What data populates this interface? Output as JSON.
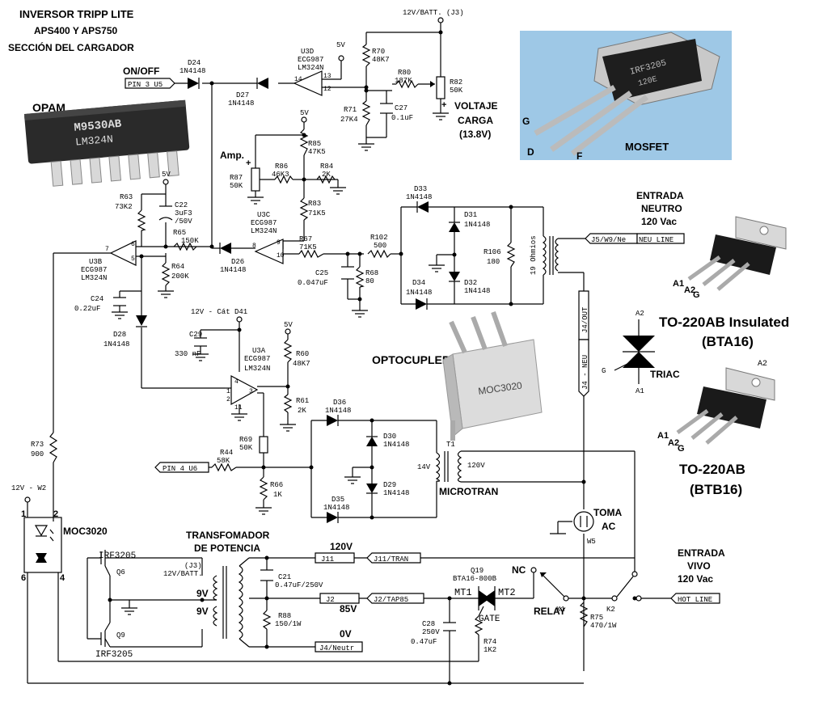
{
  "title": {
    "line1": "INVERSOR TRIPP LITE",
    "line2": "APS400 Y APS750",
    "line3": "SECCIÓN DEL CARGADOR"
  },
  "photos": {
    "opam": {
      "label": "OPAM",
      "marking1": "M9530AB",
      "marking2": "LM324N"
    },
    "mosfet": {
      "label": "MOSFET",
      "pin_g": "G",
      "pin_d": "D",
      "pin_f": "F",
      "marking1": "IRF3205",
      "marking2": "120E"
    },
    "optocupler": {
      "label": "OPTOCUPLER",
      "marking": "MOC3020"
    }
  },
  "packages": {
    "insulated": {
      "line1": "TO-220AB Insulated",
      "line2": "(BTA16)",
      "a1": "A1",
      "a2": "A2",
      "g": "G"
    },
    "standard": {
      "line1": "TO-220AB",
      "line2": "(BTB16)",
      "a1": "A1",
      "a2": "A2",
      "g": "G"
    },
    "triac": {
      "label": "TRIAC",
      "a2": "A2",
      "a1": "A1",
      "g": "G"
    }
  },
  "labels": {
    "on_off": "ON/OFF",
    "amp": "Amp.",
    "voltaje": "VOLTAJE",
    "carga": "CARGA",
    "carga_v": "(13.8V)",
    "entrada_neutro1": "ENTRADA",
    "entrada_neutro2": "NEUTRO",
    "entrada_neutro3": "120 Vac",
    "entrada_vivo1": "ENTRADA",
    "entrada_vivo2": "VIVO",
    "entrada_vivo3": "120 Vac",
    "toma1": "TOMA",
    "toma2": "AC",
    "microtran": "MICROTRAN",
    "transformador1": "TRANSFOMADOR",
    "transformador2": "DE POTENCIA",
    "moc3020": "MOC3020",
    "relay": "RELAY",
    "nc": "NC",
    "v120": "120V",
    "v85": "85V",
    "v0": "0V",
    "v9a": "9V",
    "v9b": "9V",
    "pin1": "1",
    "pin2": "2",
    "pin6": "6",
    "pin4": "4",
    "plus": "+"
  },
  "nets": {
    "j3": "12V/BATT. (J3)",
    "pin3u5": "PIN 3 U5",
    "pin4u6": "PIN 4 U6",
    "j5": "J5/W9/Ne",
    "neu_line": "NEU LINE",
    "j4out": "J4/OUT",
    "j4neu": "J4 - NEU",
    "j11": "J11",
    "j11tran": "J11/TRAN",
    "j2": "J2",
    "j2tap": "J2/TAP85",
    "j4neutr": "J4/Neutr",
    "hot_line": "HOT LINE",
    "v12w2": "12V - W2",
    "v12cat": "12V - Cát D41",
    "v5a": "5V",
    "v5b": "5V",
    "v5c": "5V",
    "v5d": "5V",
    "j3b1": "(J3)",
    "j3b2": "12V/BATT."
  },
  "components": {
    "d24": [
      "D24",
      "1N4148"
    ],
    "d27": [
      "D27",
      "1N4148"
    ],
    "u3d": [
      "U3D",
      "ECG987",
      "LM324N"
    ],
    "r70": [
      "R70",
      "48K7"
    ],
    "r80": [
      "R80",
      "187K"
    ],
    "r82": [
      "R82",
      "50K"
    ],
    "r71": [
      "R71",
      "27K4"
    ],
    "c27": [
      "C27",
      "0.1uF"
    ],
    "r85": [
      "R85",
      "47K5"
    ],
    "r86": [
      "R86",
      "46K3"
    ],
    "r84": [
      "R84",
      "2K"
    ],
    "r87": [
      "R87",
      "50K"
    ],
    "r83": [
      "R83",
      "71K5"
    ],
    "u3c": [
      "U3C",
      "ECG987",
      "LM324N"
    ],
    "r63": [
      "R63",
      "73K2"
    ],
    "c22": [
      "C22",
      "3uF3",
      "/50V"
    ],
    "r65": [
      "R65",
      "150K"
    ],
    "r64": [
      "R64",
      "200K"
    ],
    "d26": [
      "D26",
      "1N4148"
    ],
    "r67": [
      "R67",
      "71K5"
    ],
    "r102": [
      "R102",
      "500"
    ],
    "c25": [
      "C25",
      "0.047uF"
    ],
    "r68": [
      "R68",
      "80"
    ],
    "u3b": [
      "U3B",
      "ECG987",
      "LM324N"
    ],
    "c24": [
      "C24",
      "0.22uF"
    ],
    "d28": [
      "D28",
      "1N4148"
    ],
    "d33": [
      "D33",
      "1N4148"
    ],
    "d31": [
      "D31",
      "1N4148"
    ],
    "d34": [
      "D34",
      "1N4148"
    ],
    "d32": [
      "D32",
      "1N4148"
    ],
    "r106": [
      "R106",
      "180"
    ],
    "ohm19": "19 Ohmios",
    "c29": [
      "C29",
      "330 nF"
    ],
    "u3a": [
      "U3A",
      "ECG987",
      "LM324N"
    ],
    "r60": [
      "R60",
      "48K7"
    ],
    "r61": [
      "R61",
      "2K"
    ],
    "r69": [
      "R69",
      "50K"
    ],
    "r44": [
      "R44",
      "58K"
    ],
    "r66": [
      "R66",
      "1K"
    ],
    "r73": [
      "R73",
      "900"
    ],
    "d36": [
      "D36",
      "1N4148"
    ],
    "d30": [
      "D30",
      "1N4148"
    ],
    "d29": [
      "D29",
      "1N4148"
    ],
    "d35": [
      "D35",
      "1N4148"
    ],
    "t1": [
      "T1",
      "14V",
      "120V"
    ],
    "w5": "W5",
    "q6": [
      "IRF3205",
      "Q6"
    ],
    "q9": [
      "Q9",
      "IRF3205"
    ],
    "c21": [
      "C21",
      "0.47uF/250V"
    ],
    "r88": [
      "R88",
      "150/1W"
    ],
    "q19": [
      "Q19",
      "BTA16-800B",
      "MT1",
      "MT2",
      "GATE"
    ],
    "c28": [
      "C28",
      "250V",
      "0.47uF"
    ],
    "r74": [
      "R74",
      "1K2"
    ],
    "k1": "K1",
    "k2": "K2",
    "r75": [
      "R75",
      "470/1W"
    ],
    "pins": [
      "7",
      "6",
      "5",
      "8",
      "9",
      "10",
      "14",
      "13",
      "12",
      "1",
      "2",
      "3",
      "4",
      "11"
    ]
  }
}
